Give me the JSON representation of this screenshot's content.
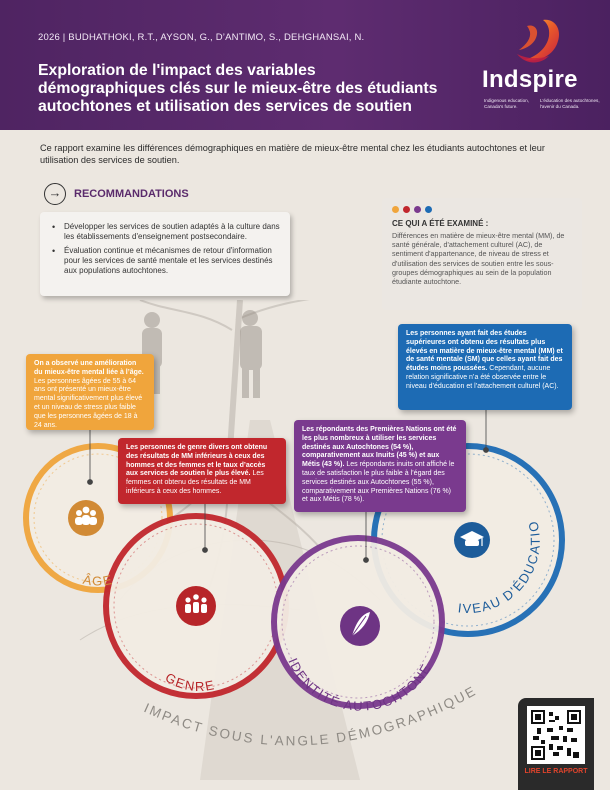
{
  "header": {
    "meta": "2026 | BUDHATHOKI, R.T., AYSON, G., D’ANTIMO, S., DEHGHANSAI, N.",
    "title": "Exploration de l'impact des variables démographiques clés sur le mieux-être des étudiants autochtones et utilisation des services de soutien",
    "logo_name": "Indspire",
    "tagline_en": "Indigenous education, Canada's future.",
    "tagline_fr": "L'éducation des autochtones, l'avenir du Canada."
  },
  "intro": "Ce rapport examine les différences démographiques en matière de mieux-être mental chez les étudiants autochtones et leur utilisation des services de soutien.",
  "recommendations": {
    "title": "RECOMMANDATIONS",
    "items": [
      "Développer les services de soutien adaptés à la culture dans les établissements d'enseignement postsecondaire.",
      "Évaluation continue et mécanismes de retour d'information pour les services de santé mentale et les services destinés aux populations autochtones."
    ]
  },
  "examined": {
    "label": "CE QUI A ÉTÉ EXAMINÉ :",
    "body": "Différences en matière de mieux-être mental (MM), de santé générale, d'attachement culturel (AC), de sentiment d'appartenance, de niveau de stress et d'utilisation des services de soutien entre les sous-groupes démographiques au sein de la population étudiante autochtone.",
    "dot_colors": [
      "#f0a53c",
      "#c1272d",
      "#7a3a8e",
      "#1d6bb4"
    ]
  },
  "callouts": {
    "age": {
      "bold": "On a observé une amélioration du mieux-être mental liée à l’âge.",
      "text": " Les personnes âgées de 55 à 64 ans ont présenté un mieux-être mental significativement plus élevé et un niveau de stress plus faible que les personnes âgées de 18 à 24 ans."
    },
    "gender": {
      "bold": "Les personnes de genre divers ont obtenu des résultats de MM inférieurs à ceux des hommes et des femmes et le taux d’accès aux services de soutien le plus élevé.",
      "text": " Les femmes ont obtenu des résultats de MM inférieurs à ceux des hommes."
    },
    "identity": {
      "bold": "Les répondants des Premières Nations ont été les plus nombreux à utiliser les services destinés aux Autochtones (54 %), comparativement aux Inuits (45 %) et aux Métis (43 %).",
      "text": " Les répondants inuits ont affiché le taux de satisfaction le plus faible à l’égard des services destinés aux Autochtones (55 %), comparativement aux Premières Nations (76 %) et aux Métis (78 %)."
    },
    "education": {
      "bold": "Les personnes ayant fait des études supérieures ont obtenu des résultats plus élevés en matière de mieux-être mental (MM) et de santé mentale (SM) que celles ayant fait des études moins poussées.",
      "text": " Cependant, aucune relation significative n’a été observée entre le niveau d’éducation et l’attachement culturel (AC)."
    }
  },
  "circles": {
    "age": {
      "label": "ÂGE",
      "color": "#f0a53c",
      "icon": "people-group-icon"
    },
    "gender": {
      "label": "GENRE",
      "color": "#c1272d",
      "icon": "diverse-people-icon"
    },
    "identity": {
      "label": "IDENTITÉ AUTOCHTONE",
      "color": "#7a3a8e",
      "icon": "feather-icon"
    },
    "education": {
      "label": "NIVEAU D'ÉDUCATION",
      "color": "#1d6bb4",
      "icon": "graduation-cap-icon"
    }
  },
  "bottom_title": "IMPACT SOUS L'ANGLE DÉMOGRAPHIQUE",
  "qr": {
    "label": "LIRE LE RAPPORT",
    "icon": "qr-code-icon"
  }
}
